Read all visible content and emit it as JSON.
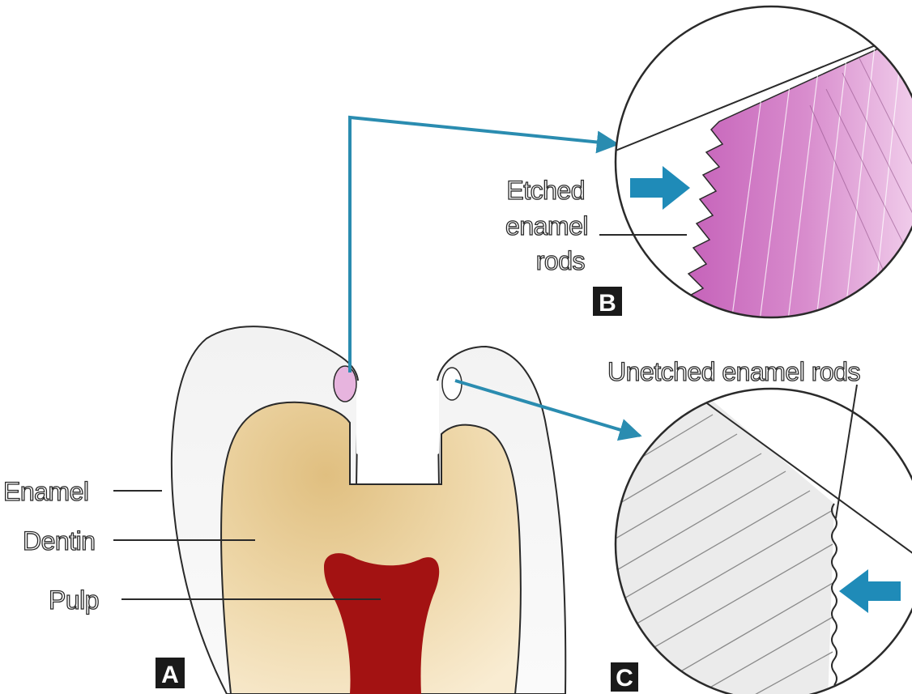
{
  "labels": {
    "enamel": "Enamel",
    "dentin": "Dentin",
    "pulp": "Pulp",
    "etched_line1": "Etched",
    "etched_line2": "enamel",
    "etched_line3": "rods",
    "unetched": "Unetched enamel rods"
  },
  "panels": {
    "a": "A",
    "b": "B",
    "c": "C"
  },
  "colors": {
    "enamel": "#f4f4f4",
    "dentin": "#efd9ac",
    "pulp": "#a31212",
    "etched": "#c266b8",
    "leader_arrow": "#2a8cb0",
    "outline": "#2a2a2a"
  }
}
